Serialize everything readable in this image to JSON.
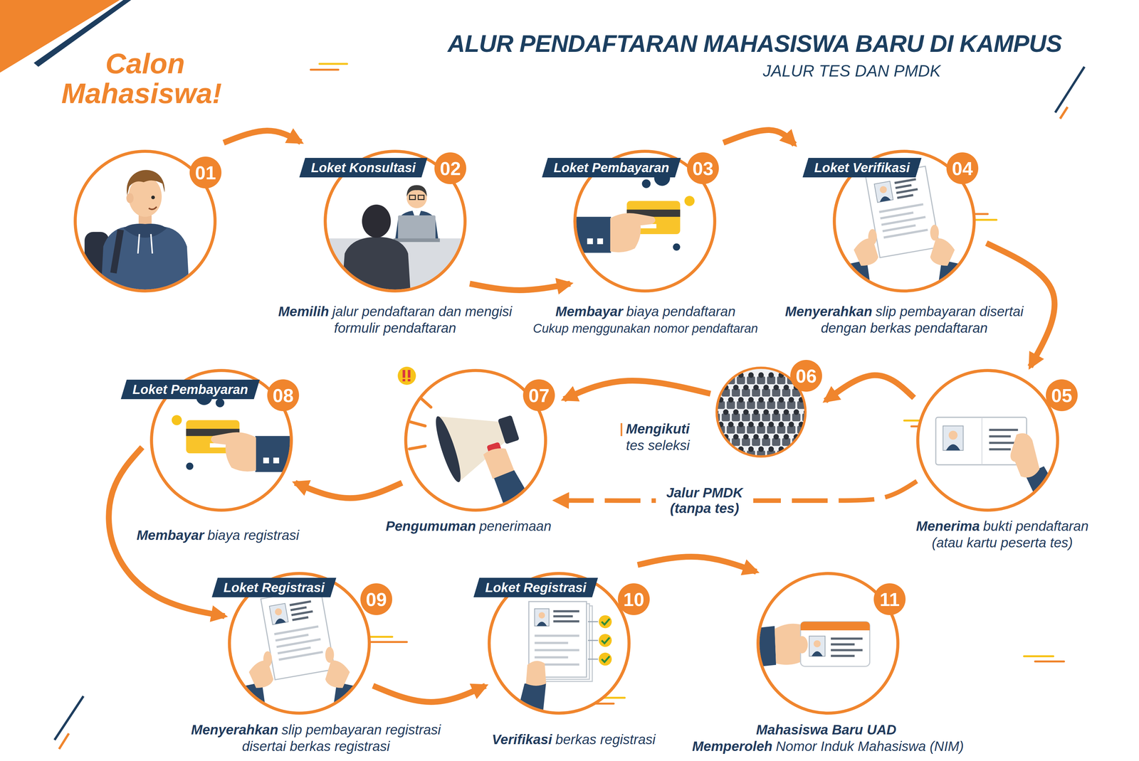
{
  "diagram": {
    "title": "ALUR PENDAFTARAN MAHASISWA BARU DI KAMPUS",
    "nodes": [
      {
        "text": [
          "Calon Mahasiswa!",
          "01"
        ]
      },
      {
        "text": [
          "Loket Konsultasi",
          "02",
          "Memilih",
          "jalur pendaftaran dan mengisi formulir pendaftaran"
        ]
      },
      {
        "text": [
          "Loket Pembayaran",
          "03",
          "Membayar",
          "biaya pendaftaran",
          "Cukup menggunakan nomor pendaftaran"
        ]
      },
      {
        "text": [
          "Loket Verifikasi",
          "04",
          "Menyerahkan",
          "slip pembayaran disertai dengan berkas pendaftaran"
        ]
      },
      {
        "text": [
          "05",
          "Menerima",
          "bukti pendaftaran (atau kartu peserta tes)"
        ]
      },
      {
        "text": [
          "06",
          "Mengikuti",
          "tes seleksi"
        ]
      },
      {
        "text": [
          "07",
          "Pengumuman",
          "penerimaan"
        ]
      },
      {
        "text": [
          "Loket Pembayaran",
          "08",
          "Membayar",
          "biaya registrasi"
        ]
      },
      {
        "text": [
          "Loket Registrasi",
          "09",
          "Menyerahkan",
          "slip pembayaran registrasi disertai berkas registrasi"
        ]
      },
      {
        "text": [
          "Loket Registrasi",
          "10",
          "Verifikasi",
          "berkas registrasi"
        ]
      },
      {
        "text": [
          "11",
          "Mahasiswa Baru UAD",
          "Memperoleh",
          "Nomor Induk Mahasiswa (NIM)"
        ]
      }
    ],
    "edges": [
      {
        "from": 0,
        "to": 1,
        "arrow": "to"
      },
      {
        "from": 1,
        "to": 2,
        "arrow": "to"
      },
      {
        "from": 2,
        "to": 3,
        "arrow": "to"
      },
      {
        "from": 3,
        "to": 4,
        "arrow": "to"
      },
      {
        "from": 4,
        "to": 5,
        "arrow": "to"
      },
      {
        "from": 5,
        "to": 6,
        "arrow": "to"
      },
      {
        "from": 4,
        "to": 6,
        "label": "Jalur PMDK (tanpa tes)",
        "arrow": "to"
      },
      {
        "from": 6,
        "to": 7,
        "arrow": "to"
      },
      {
        "from": 7,
        "to": 8,
        "arrow": "to"
      },
      {
        "from": 8,
        "to": 9,
        "arrow": "to"
      },
      {
        "from": 9,
        "to": 10,
        "arrow": "to"
      }
    ],
    "labels": [
      "JALUR TES DAN PMDK"
    ]
  }
}
